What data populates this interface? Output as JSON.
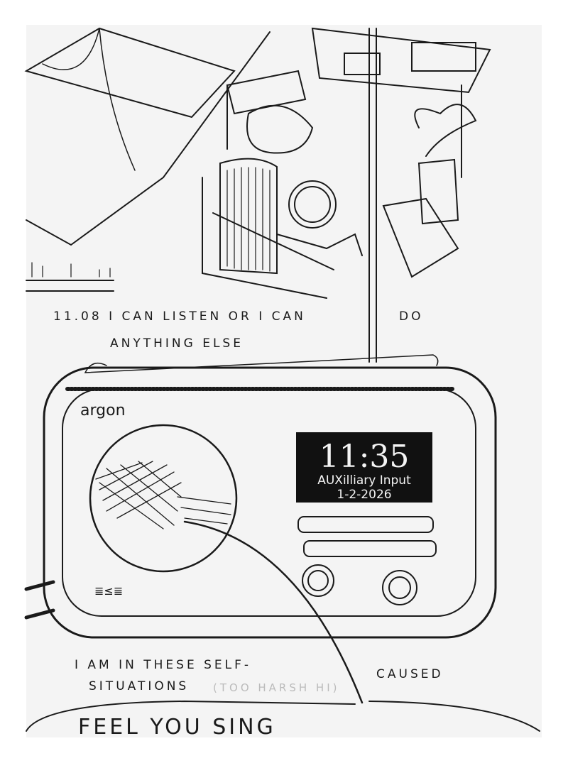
{
  "caption_top": {
    "line1": "11.08 I CAN LISTEN OR I CAN",
    "line1_end": "DO",
    "line2": "ANYTHING ELSE"
  },
  "radio": {
    "brand": "argon",
    "display": {
      "time": "11:35",
      "source": "AUXilliary Input",
      "date": "1-2-2026"
    }
  },
  "caption_bottom": {
    "line1": "I AM IN THESE SELF-",
    "line1_end": "CAUSED",
    "line2": "SITUATIONS",
    "faint_note": "(TOO HARSH HI)"
  },
  "caption_cut": "FEEL YOU SING",
  "colors": {
    "ink": "#1a1a1a",
    "paper": "#f4f4f4",
    "pencil": "#bbbbbb"
  }
}
